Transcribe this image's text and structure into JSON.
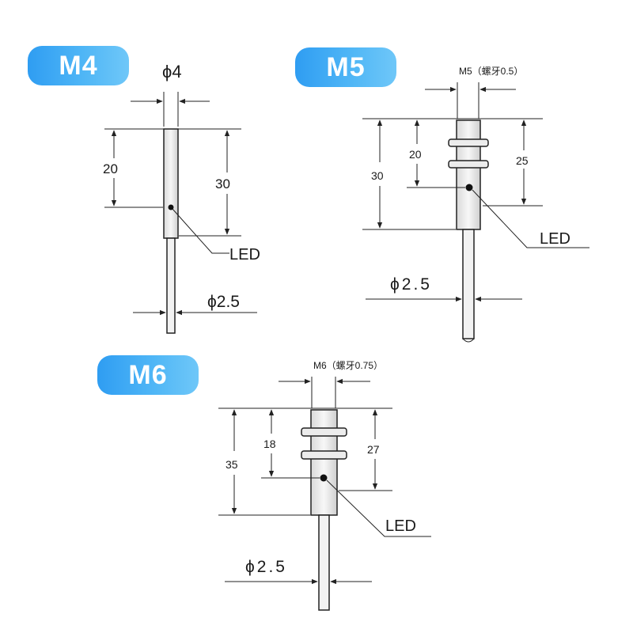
{
  "badges": {
    "m4": "M4",
    "m5": "M5",
    "m6": "M6"
  },
  "m4": {
    "dia_label": "ϕ4",
    "dim_a": "20",
    "dim_b": "30",
    "led": "LED",
    "cable_label": "ϕ2.5"
  },
  "m5": {
    "thread_label": "M5（螺牙0.5）",
    "dim_a": "20",
    "dim_b": "30",
    "dim_c": "25",
    "led": "LED",
    "cable_label": "ϕ2.5"
  },
  "m6": {
    "thread_label": "M6（螺牙0.75）",
    "dim_a": "18",
    "dim_b": "35",
    "dim_c": "27",
    "led": "LED",
    "cable_label": "ϕ2.5"
  },
  "colors": {
    "badge_start": "#2f9df2",
    "badge_end": "#6fc7f8",
    "badge_text": "#ffffff",
    "line": "#222222"
  }
}
